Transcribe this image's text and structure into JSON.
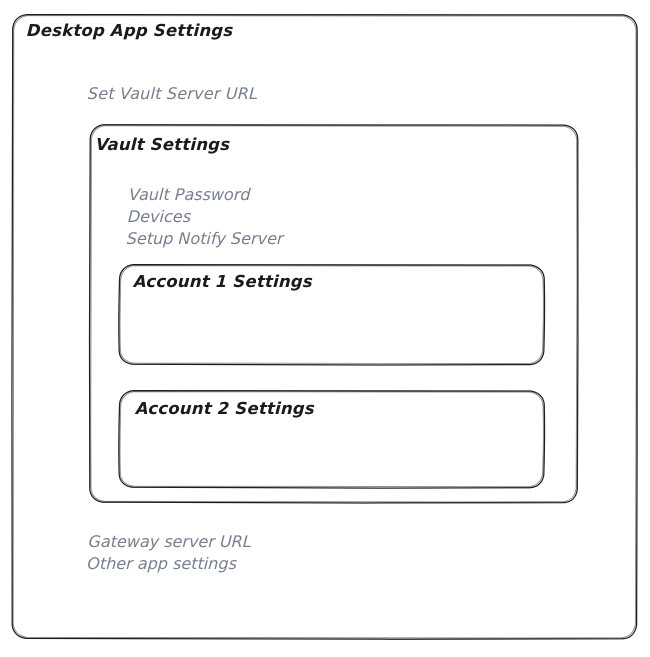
{
  "diagram": {
    "title": "Desktop App Settings",
    "style": "hand-drawn-sketch",
    "background_color": "#ffffff",
    "stroke_color": "#1e1e1e",
    "heading_text_color": "#1b1b1f",
    "muted_text_color": "#767f8d"
  },
  "outer_box": {
    "label": "Desktop App Settings",
    "items_above": [
      {
        "label": "Set Vault Server URL"
      }
    ],
    "items_below": [
      {
        "label": "Gateway server URL"
      },
      {
        "label": "Other app settings"
      }
    ]
  },
  "vault_box": {
    "label": "Vault Settings",
    "items": [
      {
        "label": "Vault Password"
      },
      {
        "label": "Devices"
      },
      {
        "label": "Setup Notify Server"
      }
    ]
  },
  "account_boxes": [
    {
      "label": "Account 1 Settings"
    },
    {
      "label": "Account 2 Settings"
    }
  ]
}
